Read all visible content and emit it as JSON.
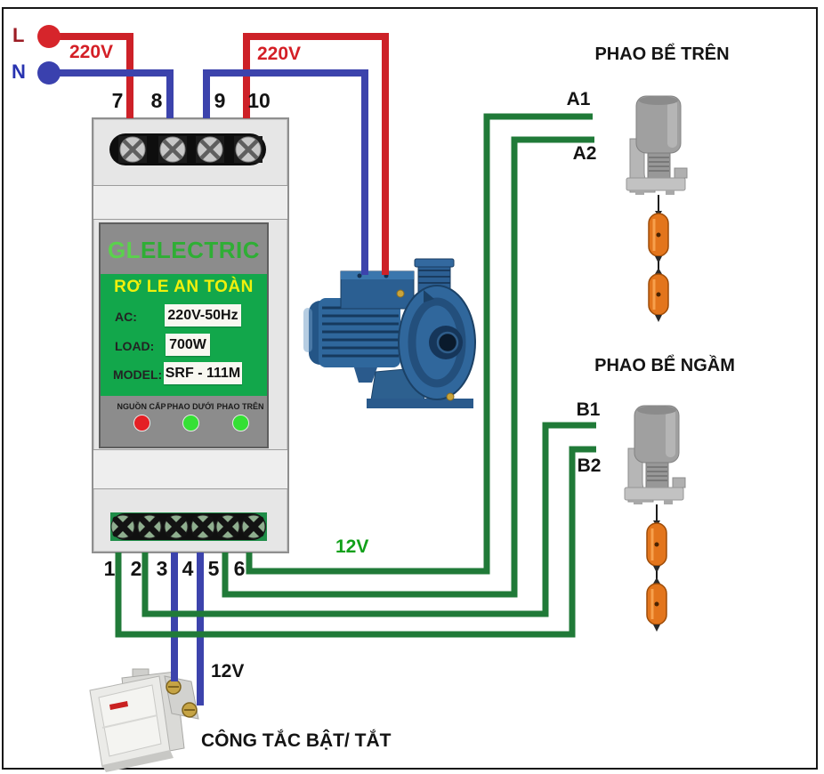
{
  "power": {
    "line_label": "L",
    "neutral_label": "N",
    "voltage_left": "220V",
    "voltage_right": "220V"
  },
  "relay": {
    "brand_prefix": "GL",
    "brand_suffix": "ELECTRIC",
    "product_title": "RƠ LE AN TOÀN",
    "spec_ac_label": "AC:",
    "spec_ac_value": "220V-50Hz",
    "spec_load_label": "LOAD:",
    "spec_load_value": "700W",
    "spec_model_label": "MODEL:",
    "spec_model_value": "SRF - 111M",
    "led_power_label": "NGUỒN CẤP",
    "led_lower_float_label": "PHAO DƯỚI",
    "led_upper_float_label": "PHAO TRÊN",
    "terminals_top": [
      "7",
      "8",
      "9",
      "10"
    ],
    "terminals_bottom": [
      "1",
      "2",
      "3",
      "4",
      "5",
      "6"
    ]
  },
  "floats": {
    "upper_title": "PHAO BỂ TRÊN",
    "upper_wire_1": "A1",
    "upper_wire_2": "A2",
    "lower_title": "PHAO BỂ NGẦM",
    "lower_wire_1": "B1",
    "lower_wire_2": "B2"
  },
  "labels": {
    "low_voltage": "12V",
    "switch_voltage": "12V",
    "switch_caption": "CÔNG TẮC BẬT/ TẮT"
  },
  "colors": {
    "wire_live": "#cd2128",
    "wire_neutral": "#3c43ac",
    "wire_float": "#207a38",
    "text_220v": "#d41f26",
    "text_12v": "#12a01a",
    "relay_green": "#12a74b",
    "relay_gray": "#8c8c8c",
    "brand_green_light": "#5bd14d",
    "brand_green": "#2fae35",
    "title_yellow": "#f0f00c",
    "led_red": "#e41f25",
    "led_green": "#35e035",
    "float_orange": "#e3751c",
    "pump_blue": "#2f679c"
  }
}
